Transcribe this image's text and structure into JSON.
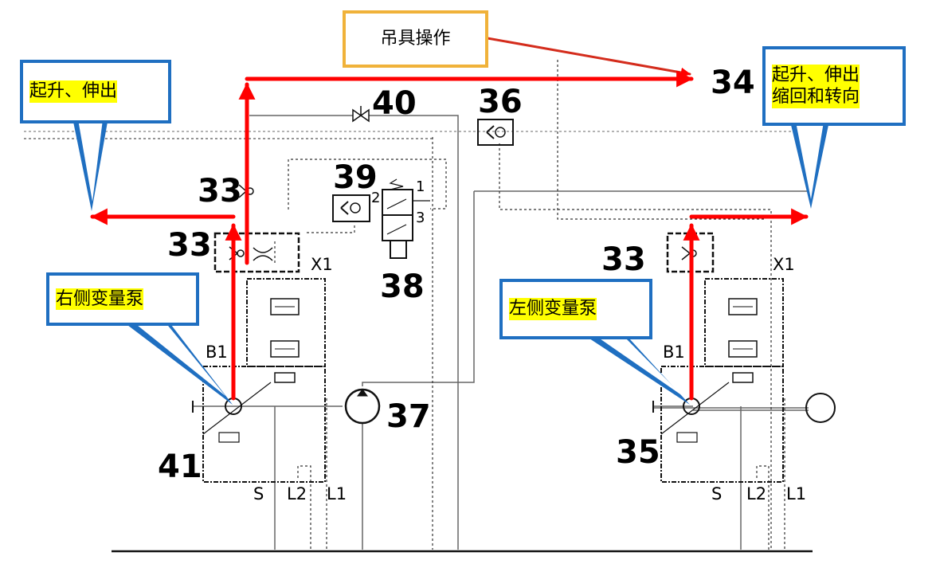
{
  "callouts": {
    "lift_extend_left": "起升、伸出",
    "lift_extend_right_line1": "起升、伸出",
    "lift_extend_right_line2": "缩回和转向",
    "spreader_operation": "吊具操作",
    "right_pump": "右侧变量泵",
    "left_pump": "左侧变量泵"
  },
  "component_numbers": {
    "n33_top": "33",
    "n33_left": "33",
    "n33_right": "33",
    "n34": "34",
    "n35": "35",
    "n36": "36",
    "n37": "37",
    "n38": "38",
    "n39": "39",
    "n40": "40",
    "n41": "41"
  },
  "port_labels": {
    "x1_left": "X1",
    "x1_right": "X1",
    "b1_left": "B1",
    "b1_right": "B1",
    "s_left": "S",
    "l2_left": "L2",
    "l1_left": "L1",
    "s_right": "S",
    "l2_right": "L2",
    "l1_right": "L1",
    "valve_port_1": "1",
    "valve_port_2": "2",
    "valve_port_3": "3"
  },
  "colors": {
    "flow_arrow": "#ff0000",
    "callout_border": "#1f6fc1",
    "spreader_callout_border": "#f0b23a",
    "highlight": "#ffff00"
  }
}
